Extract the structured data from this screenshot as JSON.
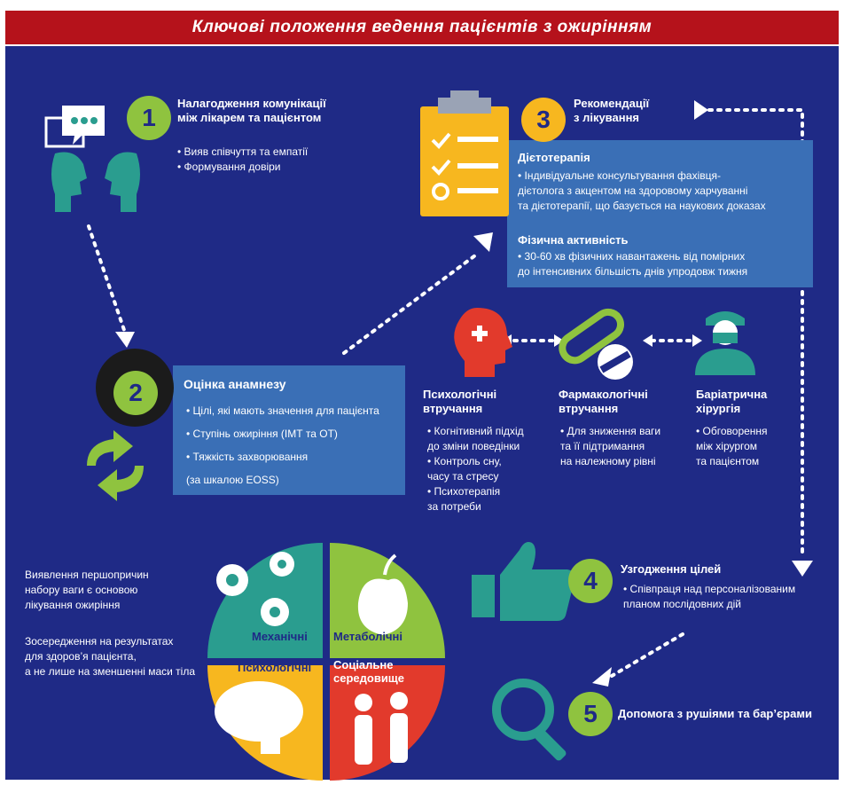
{
  "title": "Ключові положення ведення пацієнтів з ожирінням",
  "steps": {
    "s1": {
      "number": "1",
      "heading": [
        "Налагодження комунікації",
        "між лікарем та пацієнтом"
      ],
      "items": [
        "• Вияв співчуття та емпатії",
        "• Формування довіри"
      ]
    },
    "s2": {
      "number": "2",
      "heading": "Оцінка анамнезу",
      "items": [
        "• Цілі, які мають значення для пацієнта",
        "• Ступінь ожиріння (ІМТ та ОТ)",
        "• Тяжкість захворювання",
        "(за шкалою EOSS)"
      ]
    },
    "s3": {
      "number": "3",
      "heading": [
        "Рекомендації",
        "з лікування"
      ],
      "diet": {
        "title": "Дієтотерапія",
        "lines": [
          "• Індивідуальне консультування фахівця-",
          "дієтолога з акцентом на здоровому харчуванні",
          "та дієтотерапії, що базується на наукових доказах"
        ]
      },
      "activity": {
        "title": "Фізична активність",
        "lines": [
          "• 30-60 хв фізичних навантажень від помірних",
          "до інтенсивних більшість днів упродовж тижня"
        ]
      }
    },
    "s4": {
      "number": "4",
      "heading": "Узгодження цілей",
      "lines": [
        "• Співпраця над персоналізованим",
        "планом послідовних дій"
      ]
    },
    "s5": {
      "number": "5",
      "heading": "Допомога з рушіями та бар’єрами"
    }
  },
  "interventions": {
    "psych": {
      "title": [
        "Психологічні",
        "втручання"
      ],
      "lines": [
        "• Когнітивний підхід",
        "до зміни поведінки",
        "• Контроль сну,",
        "часу та стресу",
        "• Психотерапія",
        "за потреби"
      ]
    },
    "pharm": {
      "title": [
        "Фармакологічні",
        "втручання"
      ],
      "lines": [
        "• Для зниження ваги",
        "та її підтримання",
        "на належному рівні"
      ]
    },
    "surg": {
      "title": [
        "Баріатрична",
        "хірургія"
      ],
      "lines": [
        "• Обговорення",
        "між хірургом",
        "та пацієнтом"
      ]
    }
  },
  "left_notes": {
    "note1": [
      "Виявлення першопричин",
      "набору ваги є основою",
      "лікування ожиріння"
    ],
    "note2": [
      "Зосередження на результатах",
      "для здоров’я пацієнта,",
      "а не лише на зменшенні маси тіла"
    ]
  },
  "quadrants": {
    "mechanical": "Механічні",
    "metabolic": "Метаболічні",
    "psychological": "Психологічні",
    "social": [
      "Соціальне",
      "середовище"
    ]
  },
  "colors": {
    "background": "#1f2a86",
    "title_bar": "#b5121b",
    "green": "#8fc33f",
    "yellow": "#f7b71f",
    "red": "#e23a2c",
    "teal": "#2a9d8f",
    "box_blue": "#3a6fb6"
  }
}
